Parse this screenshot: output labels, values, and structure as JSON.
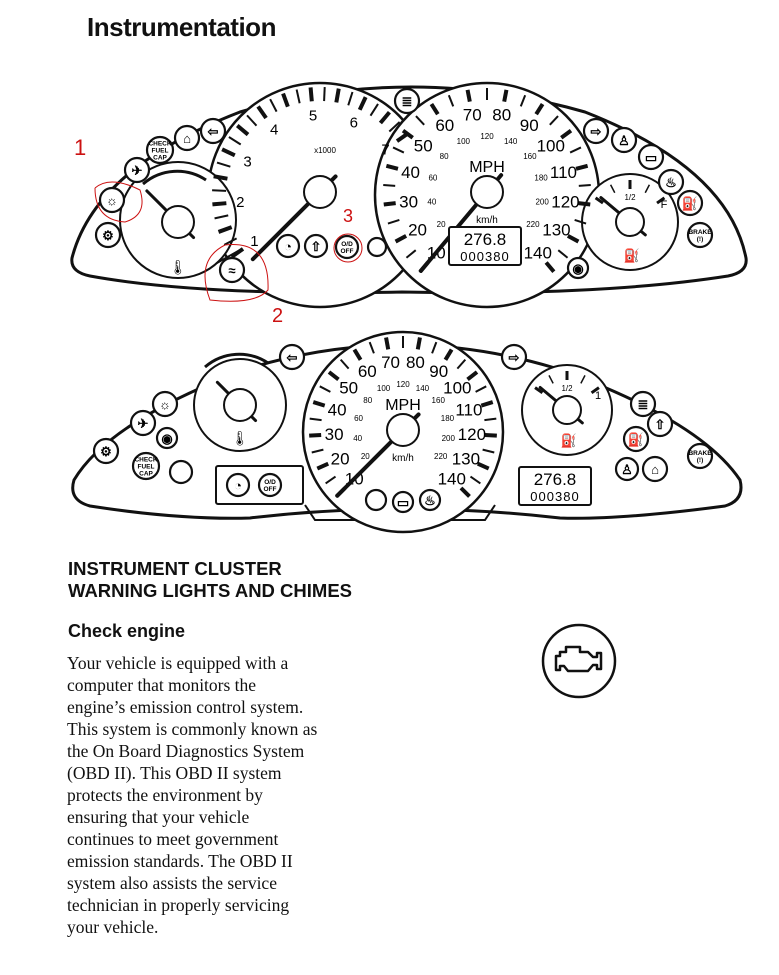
{
  "page": {
    "title": "Instrumentation"
  },
  "cluster_top": {
    "tach_labels": [
      "1",
      "2",
      "3",
      "4",
      "5",
      "6",
      "7"
    ],
    "tach_unit": "x1000",
    "mph_labels": [
      "10",
      "20",
      "30",
      "40",
      "50",
      "60",
      "70",
      "80",
      "90",
      "100",
      "110",
      "120",
      "130",
      "140"
    ],
    "kmh_labels": [
      "20",
      "40",
      "60",
      "80",
      "100",
      "120",
      "140",
      "160",
      "180",
      "200",
      "220"
    ],
    "mph_unit": "MPH",
    "kmh_unit": "km/h",
    "trip": "276.8",
    "odometer": "000380",
    "fuel_half": "1/2",
    "fuel_full": "F",
    "check_fuel_cap": [
      "CHECK",
      "FUEL",
      "CAP"
    ],
    "od_off": [
      "O/D",
      "OFF"
    ],
    "brake": [
      "BRAKE",
      "(!)"
    ],
    "annotations": [
      "1",
      "2",
      "3"
    ],
    "annotation_color": "#cc1111"
  },
  "cluster_bottom": {
    "mph_labels": [
      "10",
      "20",
      "30",
      "40",
      "50",
      "60",
      "70",
      "80",
      "90",
      "100",
      "110",
      "120",
      "130",
      "140"
    ],
    "kmh_labels": [
      "20",
      "40",
      "60",
      "80",
      "100",
      "120",
      "140",
      "160",
      "180",
      "200",
      "220"
    ],
    "mph_unit": "MPH",
    "kmh_unit": "km/h",
    "trip": "276.8",
    "odometer": "000380",
    "fuel_half": "1/2",
    "fuel_full": "1",
    "check_fuel_cap": [
      "CHECK",
      "FUEL",
      "CAP"
    ],
    "od_off": [
      "O/D",
      "OFF"
    ],
    "brake": [
      "BRAKE",
      "(!)"
    ]
  },
  "section": {
    "heading_line1": "INSTRUMENT CLUSTER",
    "heading_line2": "WARNING LIGHTS AND CHIMES",
    "subheading": "Check engine",
    "body_lines": [
      "Your vehicle is equipped with a",
      "computer that monitors the",
      "engine’s emission control system.",
      "This system is commonly known as",
      "the On Board Diagnostics System",
      "(OBD II). This OBD II system",
      "protects the environment by",
      "ensuring that your vehicle",
      "continues to meet government",
      "emission standards. The OBD II",
      "system also assists the service",
      "technician  in properly servicing",
      "your vehicle."
    ],
    "icon": "check-engine-icon"
  }
}
